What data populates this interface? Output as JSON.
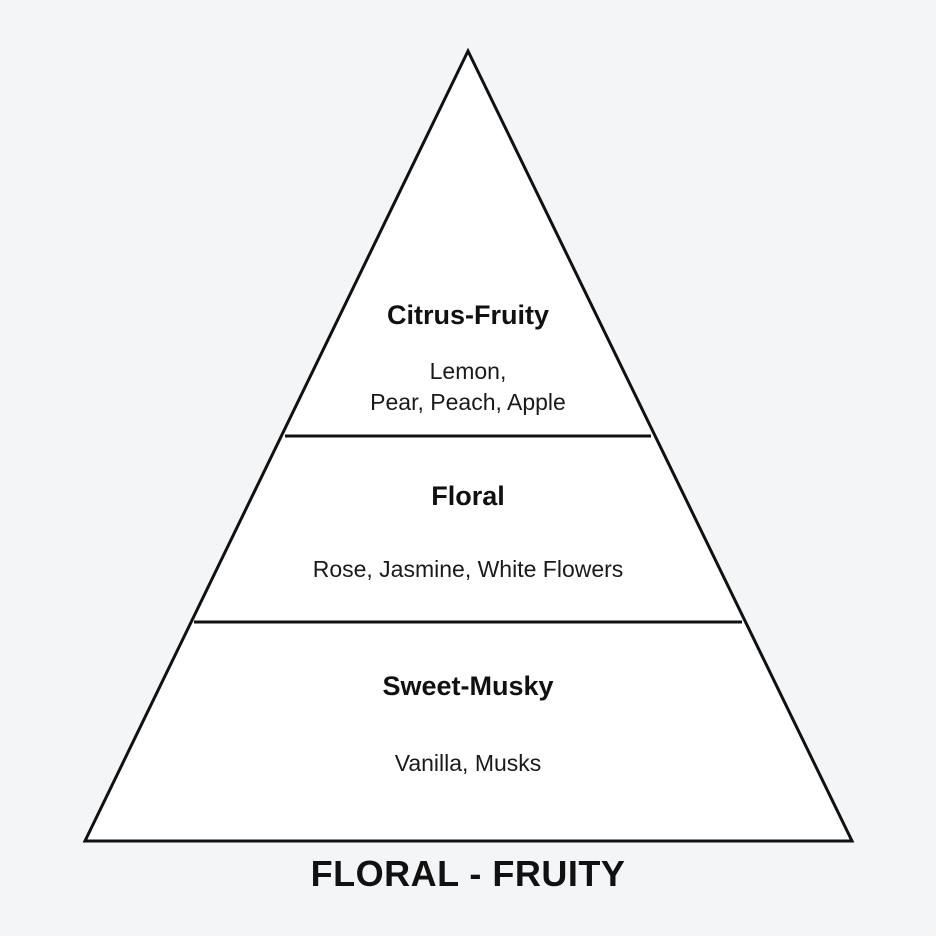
{
  "diagram_title": "FLORAL - FRUITY",
  "tiers": [
    {
      "title": "Citrus-Fruity",
      "notes": "Lemon,\nPear, Peach, Apple"
    },
    {
      "title": "Floral",
      "notes": "Rose, Jasmine, White Flowers"
    },
    {
      "title": "Sweet-Musky",
      "notes": "Vanilla, Musks"
    }
  ],
  "colors": {
    "background": "#f4f5f7",
    "fill": "#ffffff",
    "stroke": "#111111"
  }
}
